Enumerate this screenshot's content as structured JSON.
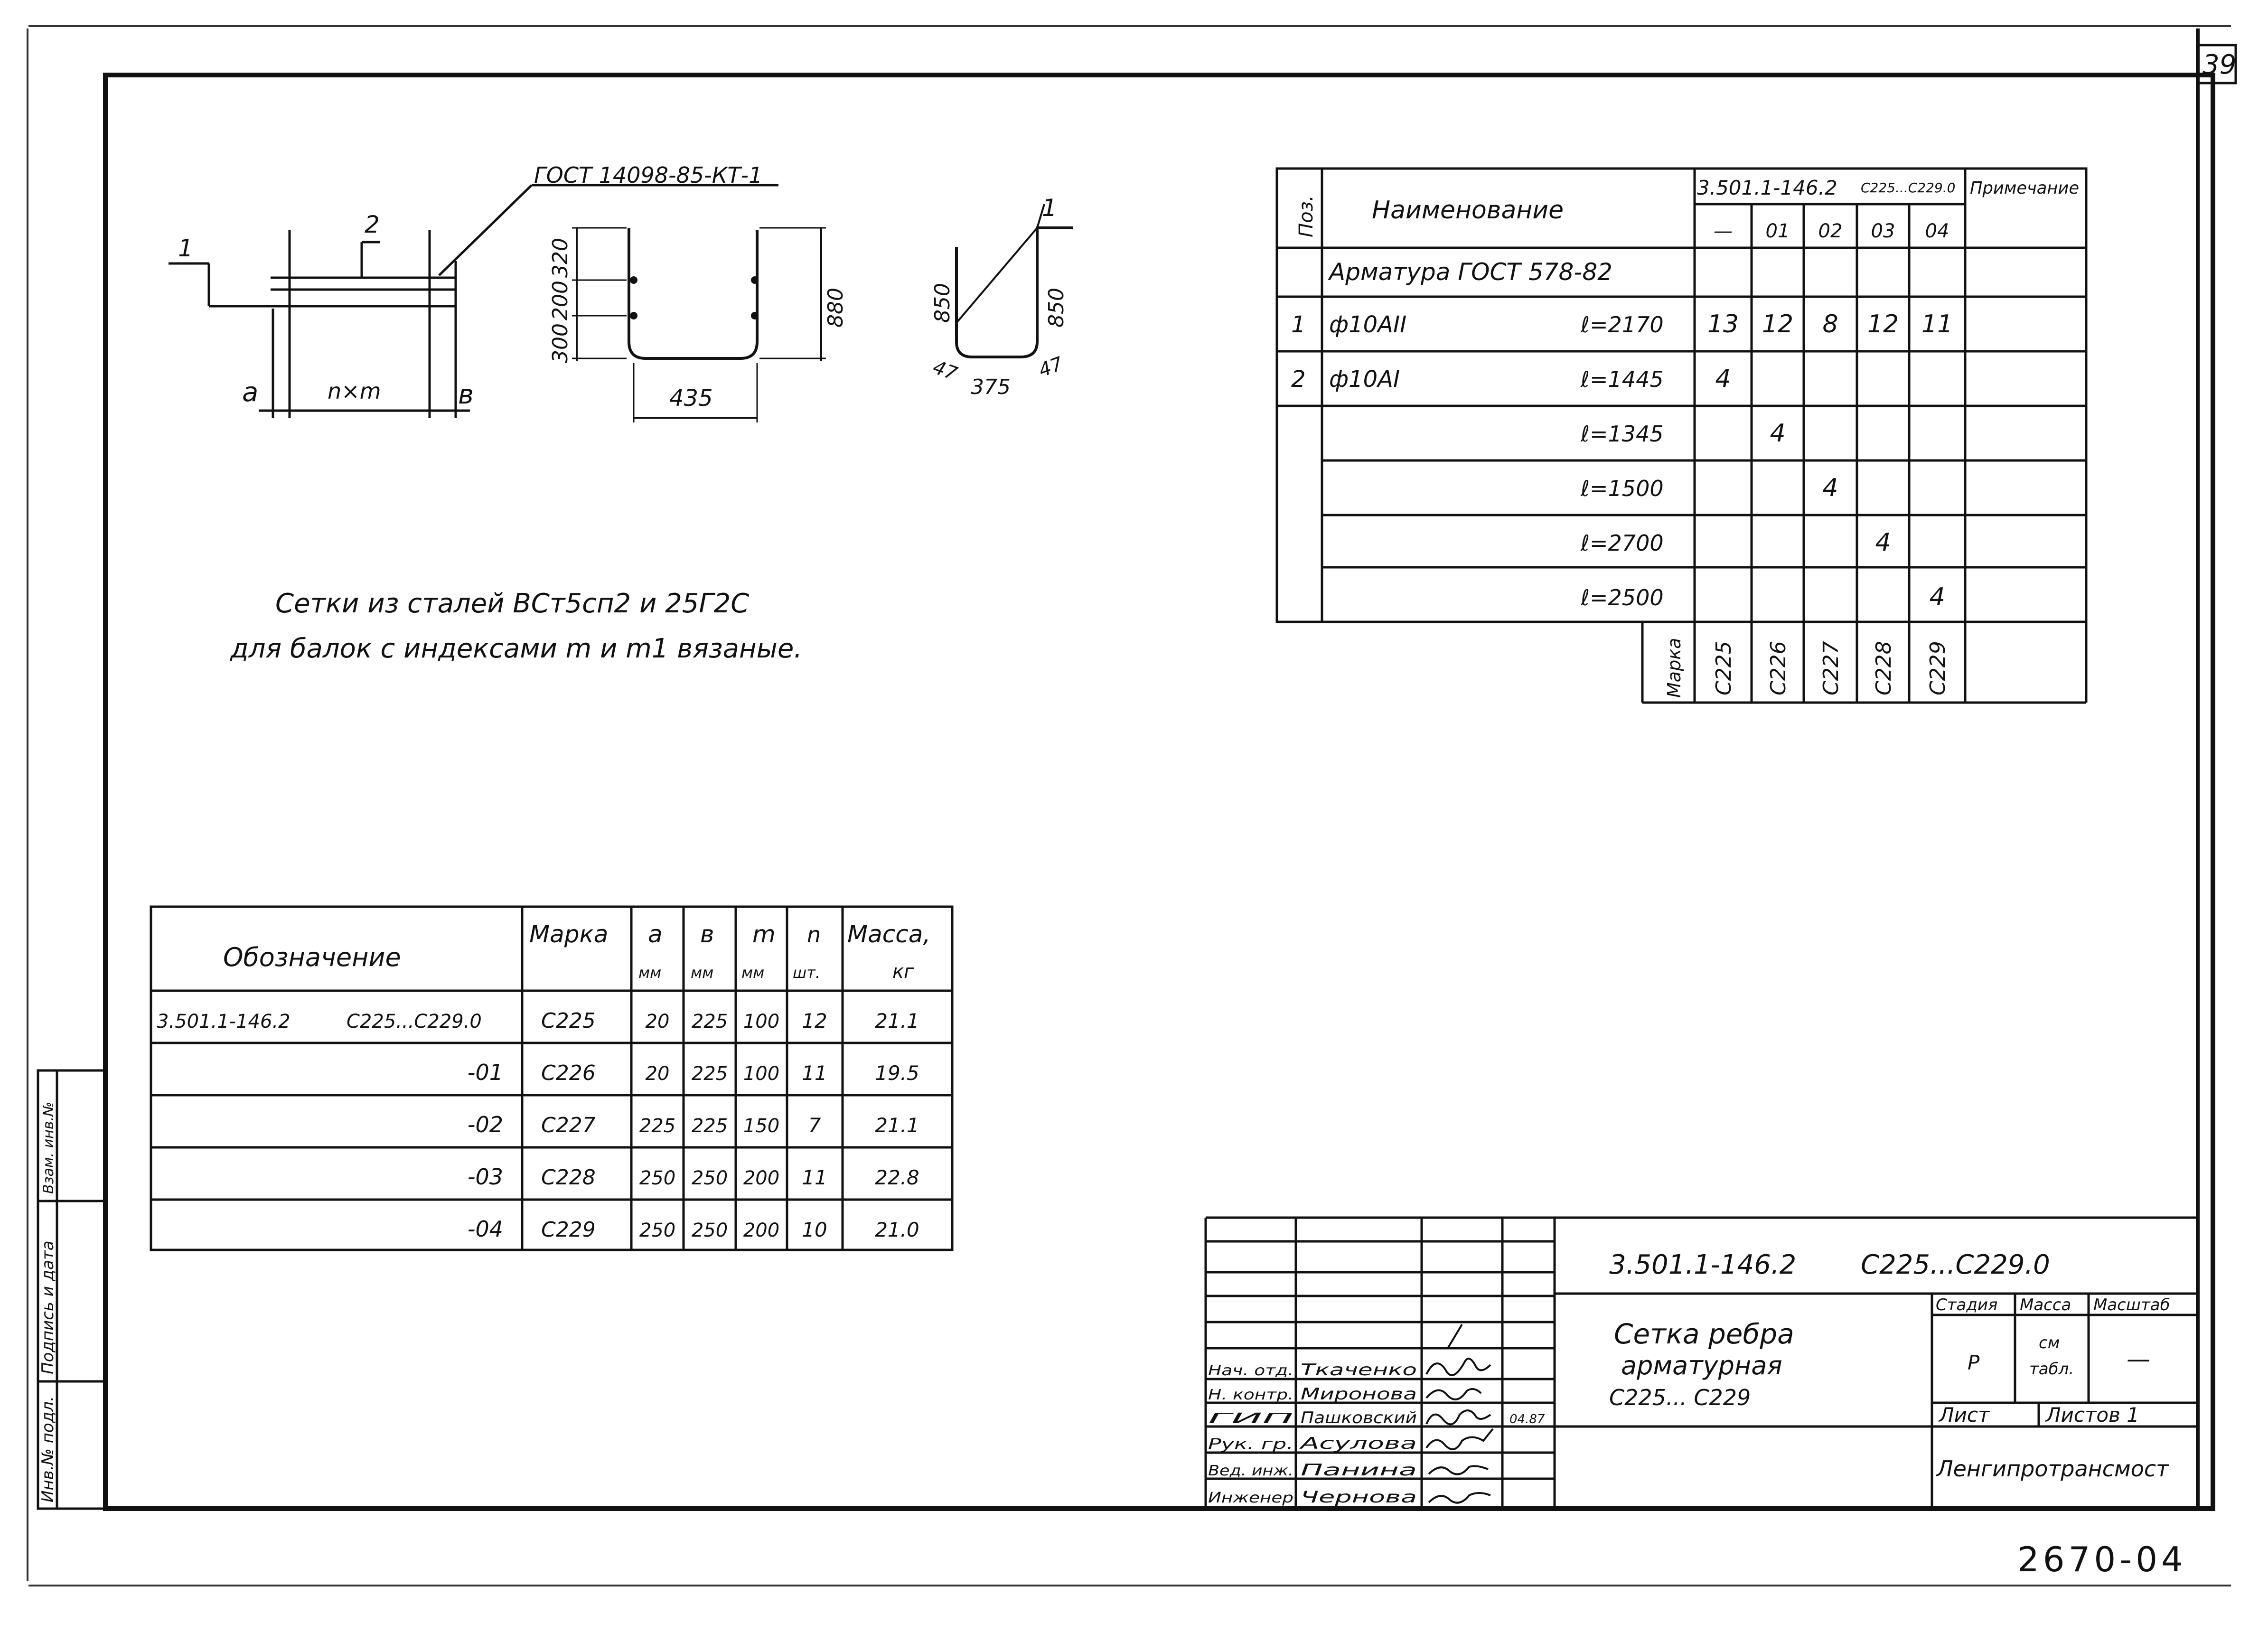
{
  "page_number": "39",
  "bottom_code": "2670-04",
  "gost_note": "ГОСТ 14098-85-КТ-1",
  "caption": {
    "line1": "Сетки из сталей ВСт5сп2 и 25Г2С",
    "line2": "для балок с индексами m и m1 вязаные."
  },
  "drawing_labels": {
    "mesh": {
      "pos1": "1",
      "pos2": "2",
      "a": "a",
      "b": "в",
      "nxm": "n×m"
    },
    "profile_u": {
      "h1": "320",
      "h2": "200",
      "h3": "300",
      "h_total": "880",
      "width": "435"
    },
    "profile_bar": {
      "pos": "1",
      "h_left": "850",
      "h_right": "850",
      "hook_l": "47",
      "width": "375",
      "hook_r": "47"
    }
  },
  "spec_table": {
    "col_pos": "Поз.",
    "col_name": "Наименование",
    "col_doc": "3.501.1-146.2",
    "col_range": "С225...С229.0",
    "col_note": "Примечание",
    "variants": [
      "—",
      "01",
      "02",
      "03",
      "04"
    ],
    "group_label": "Арматура ГОСТ 578-82",
    "rows": [
      {
        "pos": "1",
        "name": "ф10АII",
        "len": "ℓ=2170",
        "q": [
          "13",
          "12",
          "8",
          "12",
          "11"
        ]
      },
      {
        "pos": "2",
        "name": "ф10АI",
        "len": "ℓ=1445",
        "q": [
          "4",
          "",
          "",
          "",
          ""
        ]
      },
      {
        "pos": "",
        "name": "",
        "len": "ℓ=1345",
        "q": [
          "",
          "4",
          "",
          "",
          ""
        ]
      },
      {
        "pos": "",
        "name": "",
        "len": "ℓ=1500",
        "q": [
          "",
          "",
          "4",
          "",
          ""
        ]
      },
      {
        "pos": "",
        "name": "",
        "len": "ℓ=2700",
        "q": [
          "",
          "",
          "",
          "4",
          ""
        ]
      },
      {
        "pos": "",
        "name": "",
        "len": "ℓ=2500",
        "q": [
          "",
          "",
          "",
          "",
          "4"
        ]
      }
    ],
    "marka_label": "Марка",
    "marks": [
      "С225",
      "С226",
      "С227",
      "С228",
      "С229"
    ]
  },
  "designation_table": {
    "headers": {
      "designation": "Обозначение",
      "mark": "Марка",
      "a": "a",
      "a_unit": "мм",
      "b": "в",
      "b_unit": "мм",
      "m": "m",
      "m_unit": "мм",
      "n": "n",
      "n_unit": "шт.",
      "mass": "Масса,",
      "mass_unit": "кг"
    },
    "rows": [
      {
        "des": "3.501.1-146.2",
        "des2": "С225...С229.0",
        "mark": "С225",
        "a": "20",
        "b": "225",
        "m": "100",
        "n": "12",
        "mass": "21.1"
      },
      {
        "des": "-01",
        "des2": "",
        "mark": "С226",
        "a": "20",
        "b": "225",
        "m": "100",
        "n": "11",
        "mass": "19.5"
      },
      {
        "des": "-02",
        "des2": "",
        "mark": "С227",
        "a": "225",
        "b": "225",
        "m": "150",
        "n": "7",
        "mass": "21.1"
      },
      {
        "des": "-03",
        "des2": "",
        "mark": "С228",
        "a": "250",
        "b": "250",
        "m": "200",
        "n": "11",
        "mass": "22.8"
      },
      {
        "des": "-04",
        "des2": "",
        "mark": "С229",
        "a": "250",
        "b": "250",
        "m": "200",
        "n": "10",
        "mass": "21.0"
      }
    ]
  },
  "left_stamp": {
    "inv": "Инв.№ подл.",
    "sign": "Подпись и дата",
    "replace": "Взам. инв.№"
  },
  "title_block": {
    "doc": "3.501.1-146.2",
    "range": "С225...С229.0",
    "title1": "Сетка ребра",
    "title2": "арматурная",
    "title3": "С225... С229",
    "stage_label": "Стадия",
    "mass_label": "Масса",
    "scale_label": "Масштаб",
    "stage": "Р",
    "mass1": "см",
    "mass2": "табл.",
    "scale": "—",
    "sheet_label": "Лист",
    "sheets_label": "Листов 1",
    "org": "Ленгипротрансмост",
    "date": "04.87",
    "staff": [
      {
        "role": "Нач. отд.",
        "name": "Ткаченко"
      },
      {
        "role": "Н. контр.",
        "name": "Миронова"
      },
      {
        "role": "ГИП",
        "name": "Пашковский"
      },
      {
        "role": "Рук. гр.",
        "name": "Асулова"
      },
      {
        "role": "Вед. инж.",
        "name": "Панина"
      },
      {
        "role": "Инженер",
        "name": "Чернова"
      }
    ]
  }
}
